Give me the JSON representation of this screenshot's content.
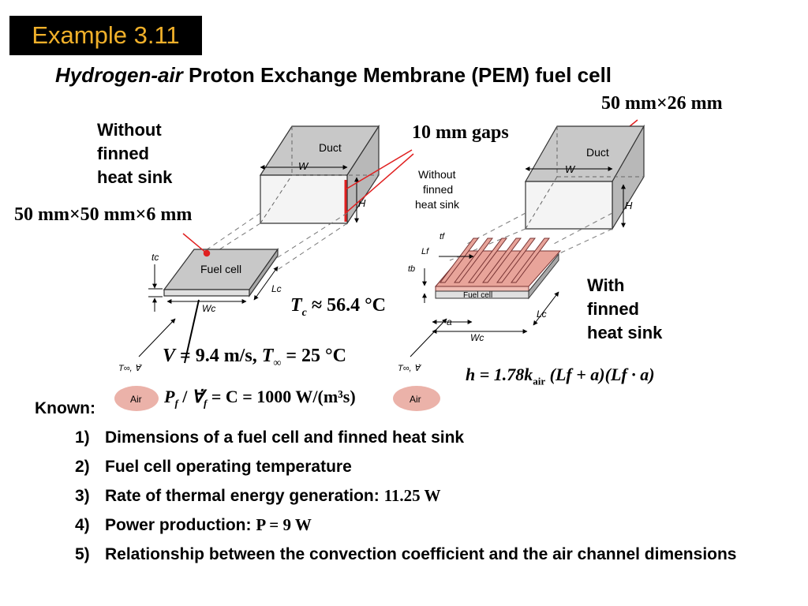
{
  "title": "Example 3.11",
  "subtitle": {
    "italic_part": "Hydrogen-air",
    "rest": " Proton Exchange Membrane (PEM) fuel cell"
  },
  "annotations": {
    "right_dim": "50 mm×26 mm",
    "gaps": "10 mm  gaps",
    "left_caption_lines": [
      "Without",
      "finned",
      "heat sink"
    ],
    "left_dim": "50 mm×50 mm×6 mm",
    "tc_equation": "≈ 56.4 °C",
    "velocity_eq": "= 9.4 m/s, ",
    "tinf_eq": "= 25 °C",
    "right_caption_lines": [
      "With",
      "finned",
      "heat sink"
    ],
    "h_eq": "h = 1.78k",
    "h_eq_sub": "air",
    "h_eq_tail": " (Lf + a)(Lf · a)",
    "power_eq": "= C = 1000 W/(m³s)"
  },
  "diagram": {
    "duct": "Duct",
    "fuel_cell": "Fuel cell",
    "without_lines": [
      "Without",
      "finned",
      "heat sink"
    ],
    "air": "Air",
    "W": "W",
    "H": "H",
    "tc": "tc",
    "Lc": "Lc",
    "Wc": "Wc",
    "tinf": "T∞, ∀̇",
    "Lf": "Lf",
    "tf": "tf",
    "tb": "tb",
    "a": "a"
  },
  "known": {
    "label": "Known:",
    "items": [
      {
        "num": "1)",
        "text": "Dimensions of a fuel cell and finned heat sink",
        "value": ""
      },
      {
        "num": "2)",
        "text": "Fuel cell operating temperature",
        "value": ""
      },
      {
        "num": "3)",
        "text": "Rate of thermal energy generation: ",
        "value": "11.25 W"
      },
      {
        "num": "4)",
        "text": "Power production: ",
        "value": "P = 9 W"
      },
      {
        "num": "5)",
        "text": "Relationship between the convection coefficient and the air channel dimensions",
        "value": ""
      }
    ]
  },
  "colors": {
    "title_bg": "#000000",
    "title_fg": "#f0b02a",
    "pointer_red": "#e02020",
    "fin_pink": "#e8a49a",
    "box_grey": "#c8c8c8"
  }
}
